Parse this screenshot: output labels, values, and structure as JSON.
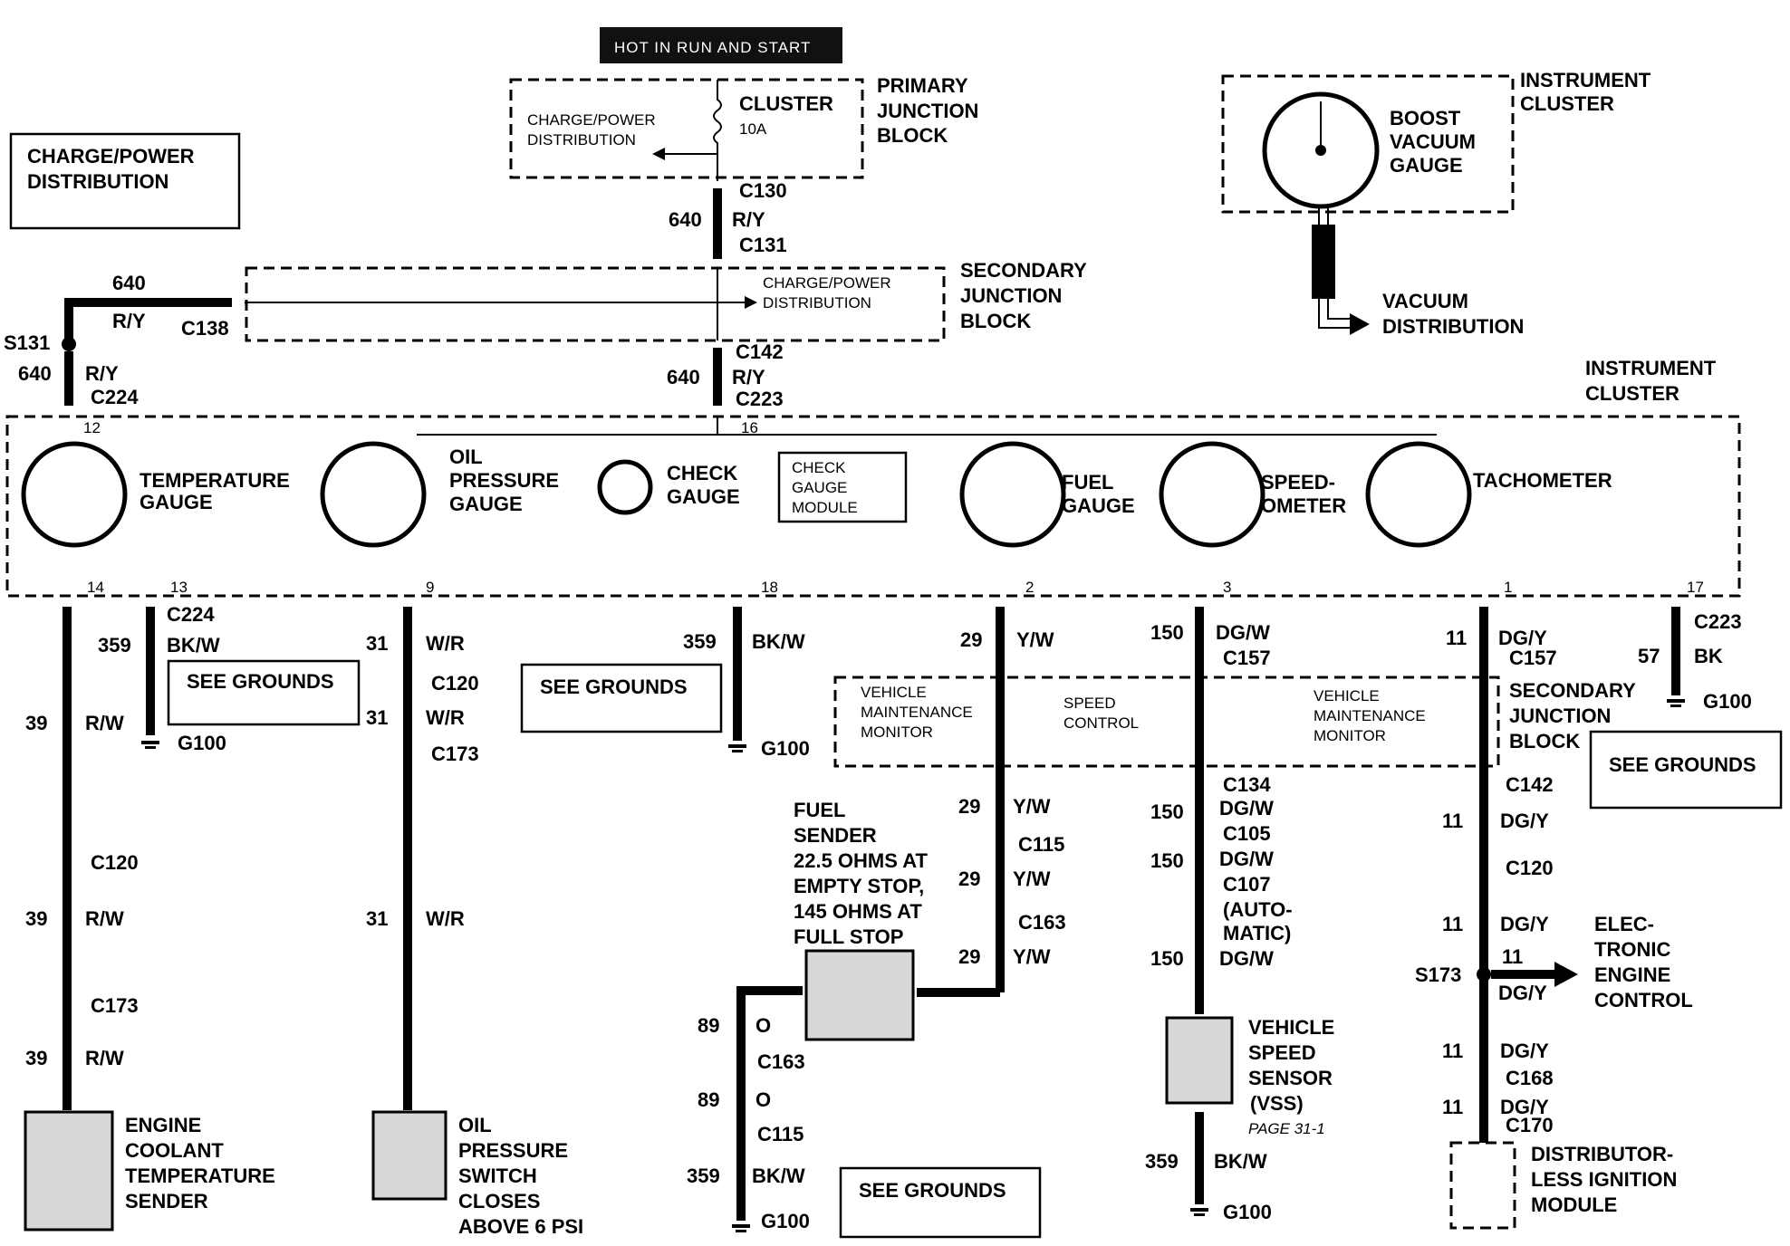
{
  "header": "HOT IN RUN AND START",
  "charge_box": "CHARGE/POWER DISTRIBUTION",
  "primary_jb": {
    "title": "PRIMARY JUNCTION BLOCK",
    "inner": "CHARGE/POWER DISTRIBUTION",
    "fuse": "CLUSTER",
    "fuse_rating": "10A"
  },
  "secondary_jb_top": {
    "title": "SECONDARY JUNCTION BLOCK",
    "inner": "CHARGE/POWER DISTRIBUTION"
  },
  "instrument_cluster_top": {
    "title": "INSTRUMENT CLUSTER",
    "gauge": "BOOST VACUUM GAUGE",
    "vacuum": "VACUUM DISTRIBUTION"
  },
  "instrument_cluster": {
    "title": "INSTRUMENT CLUSTER"
  },
  "gauges": [
    "TEMPERATURE GAUGE",
    "OIL PRESSURE GAUGE",
    "CHECK GAUGE",
    "FUEL GAUGE",
    "SPEED-OMETER",
    "TACHOMETER"
  ],
  "check_module": "CHECK GAUGE MODULE",
  "secondary_jb_bottom": {
    "title": "SECONDARY JUNCTION BLOCK",
    "vmm": "VEHICLE MAINTENANCE MONITOR",
    "speed": "SPEED CONTROL"
  },
  "see_grounds": "SEE GROUNDS",
  "components": {
    "ect": "ENGINE COOLANT TEMPERATURE SENDER",
    "ops": "OIL PRESSURE SWITCH",
    "ops_note": "CLOSES ABOVE 6 PSI",
    "fuel_sender": "FUEL SENDER",
    "fuel_note": "22.5 OHMS AT EMPTY STOP, 145 OHMS AT FULL STOP",
    "vss": "VEHICLE SPEED SENSOR (VSS)",
    "vss_page": "PAGE 31-1",
    "dis": "DISTRIBUTOR-LESS IGNITION MODULE",
    "eec": "ELEC-TRONIC ENGINE CONTROL",
    "automatic": "(AUTO-MATIC)"
  },
  "connectors": [
    "C130",
    "C131",
    "C138",
    "C142",
    "C223",
    "C224",
    "C120",
    "C173",
    "C157",
    "C134",
    "C105",
    "C107",
    "C115",
    "C163",
    "C168",
    "C170",
    "S131",
    "S173",
    "G100"
  ],
  "wire_colors": {
    "R/Y": "640",
    "BK/W": "359",
    "W/R": "31",
    "R/W": "39",
    "Y/W": "29",
    "DG/W": "150",
    "DG/Y": "11",
    "BK": "57",
    "O": "89"
  },
  "pins": [
    "12",
    "16",
    "14",
    "13",
    "9",
    "18",
    "2",
    "3",
    "1",
    "17"
  ]
}
